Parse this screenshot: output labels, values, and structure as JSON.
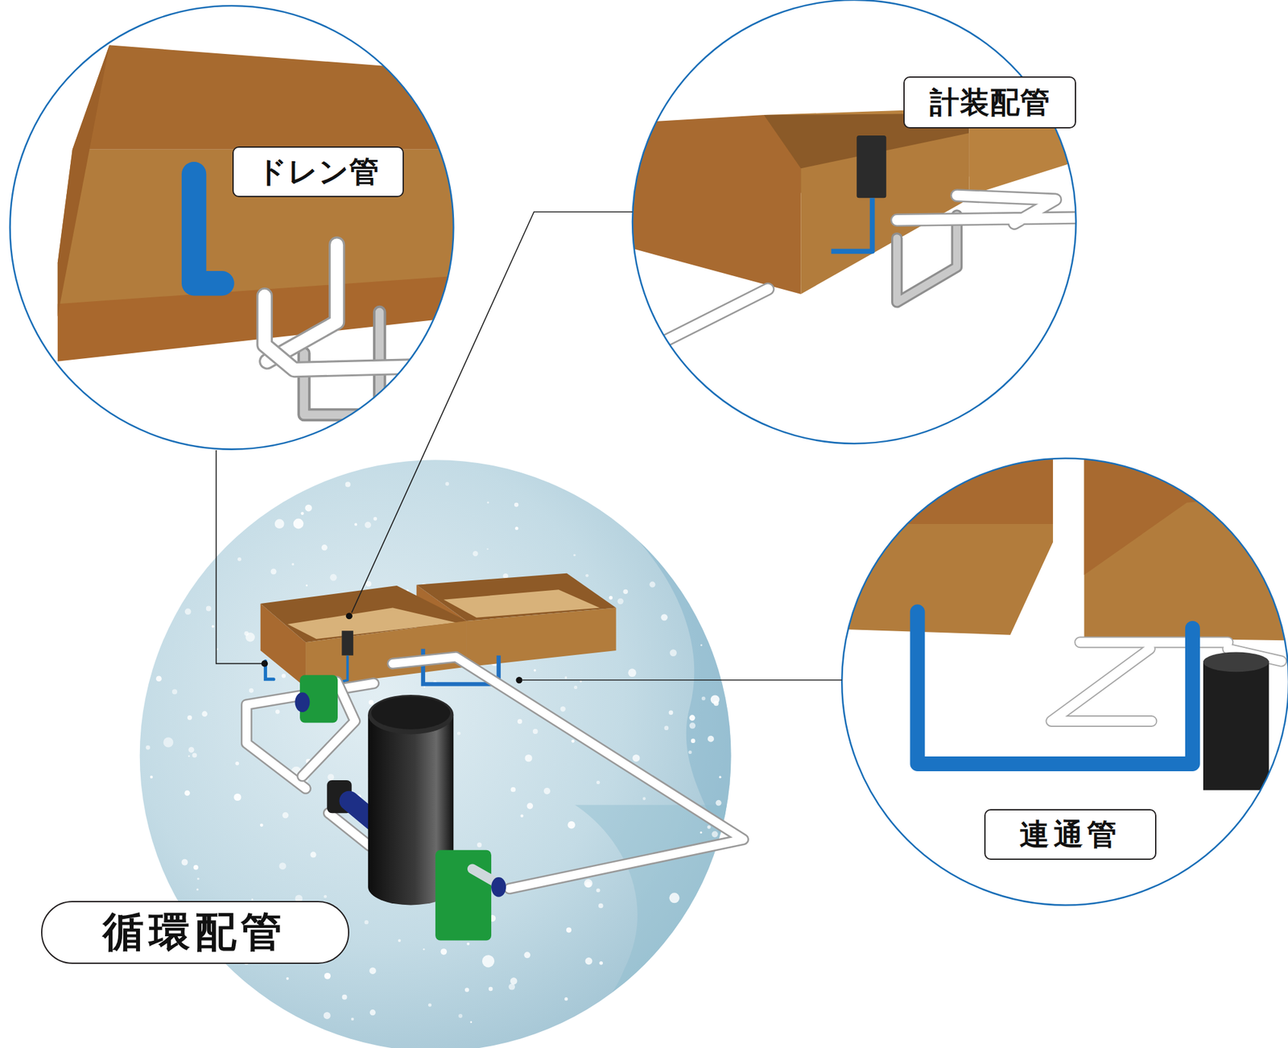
{
  "diagram": {
    "nodes": [
      {
        "text": [
          "ドレン管"
        ]
      },
      {
        "text": [
          "計装配管"
        ]
      },
      {
        "text": [
          "連通管"
        ]
      },
      {
        "text": [
          "循環配管"
        ]
      }
    ]
  }
}
